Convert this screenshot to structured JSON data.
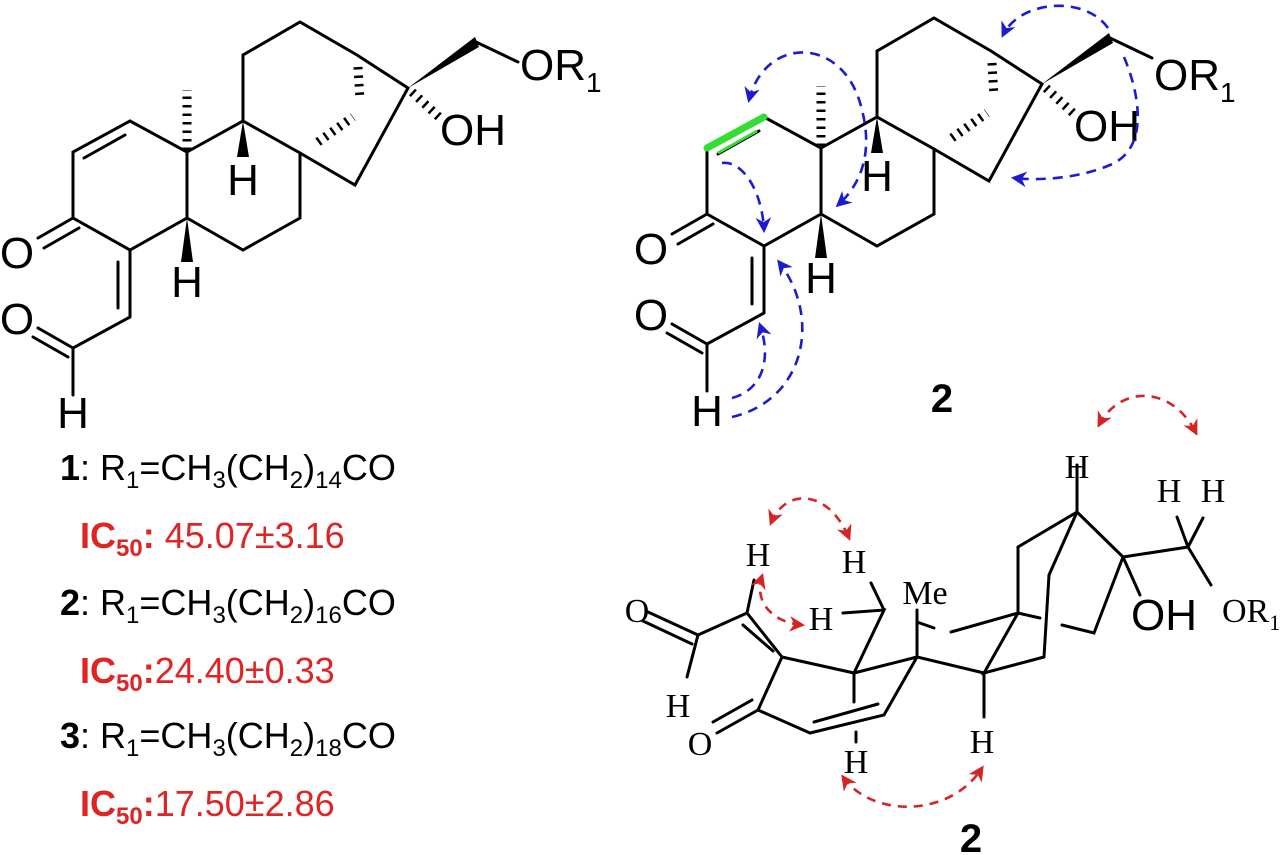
{
  "atoms": {
    "O": "O",
    "H": "H",
    "OH": "OH",
    "OR": "OR",
    "R_sub": "1",
    "Me": "Me"
  },
  "structure_labels": {
    "top_right": "2",
    "bottom_right": "2"
  },
  "formula_parts": {
    "colon": ": ",
    "r": "R",
    "r_sub": "1",
    "eq": "=CH",
    "ch3_sub": "3",
    "open": "(CH",
    "ch2_sub": "2",
    "close": ")",
    "end": "CO"
  },
  "ic50_parts": {
    "ic": "IC",
    "sub": "50",
    "colon": ":",
    "pm": "±"
  },
  "compounds": [
    {
      "id": "1",
      "chain_n": "14",
      "ic50_value": "45.07",
      "ic50_error": "3.16"
    },
    {
      "id": "2",
      "chain_n": "16",
      "ic50_value": "24.40",
      "ic50_error": "0.33"
    },
    {
      "id": "3",
      "chain_n": "18",
      "ic50_value": "17.50",
      "ic50_error": "2.86"
    }
  ],
  "colors": {
    "hmbc_arrow": "#1c1ccf",
    "noesy_arrow": "#d52424",
    "cosy_bond": "#33dd33",
    "ic50_text": "#e02424"
  }
}
